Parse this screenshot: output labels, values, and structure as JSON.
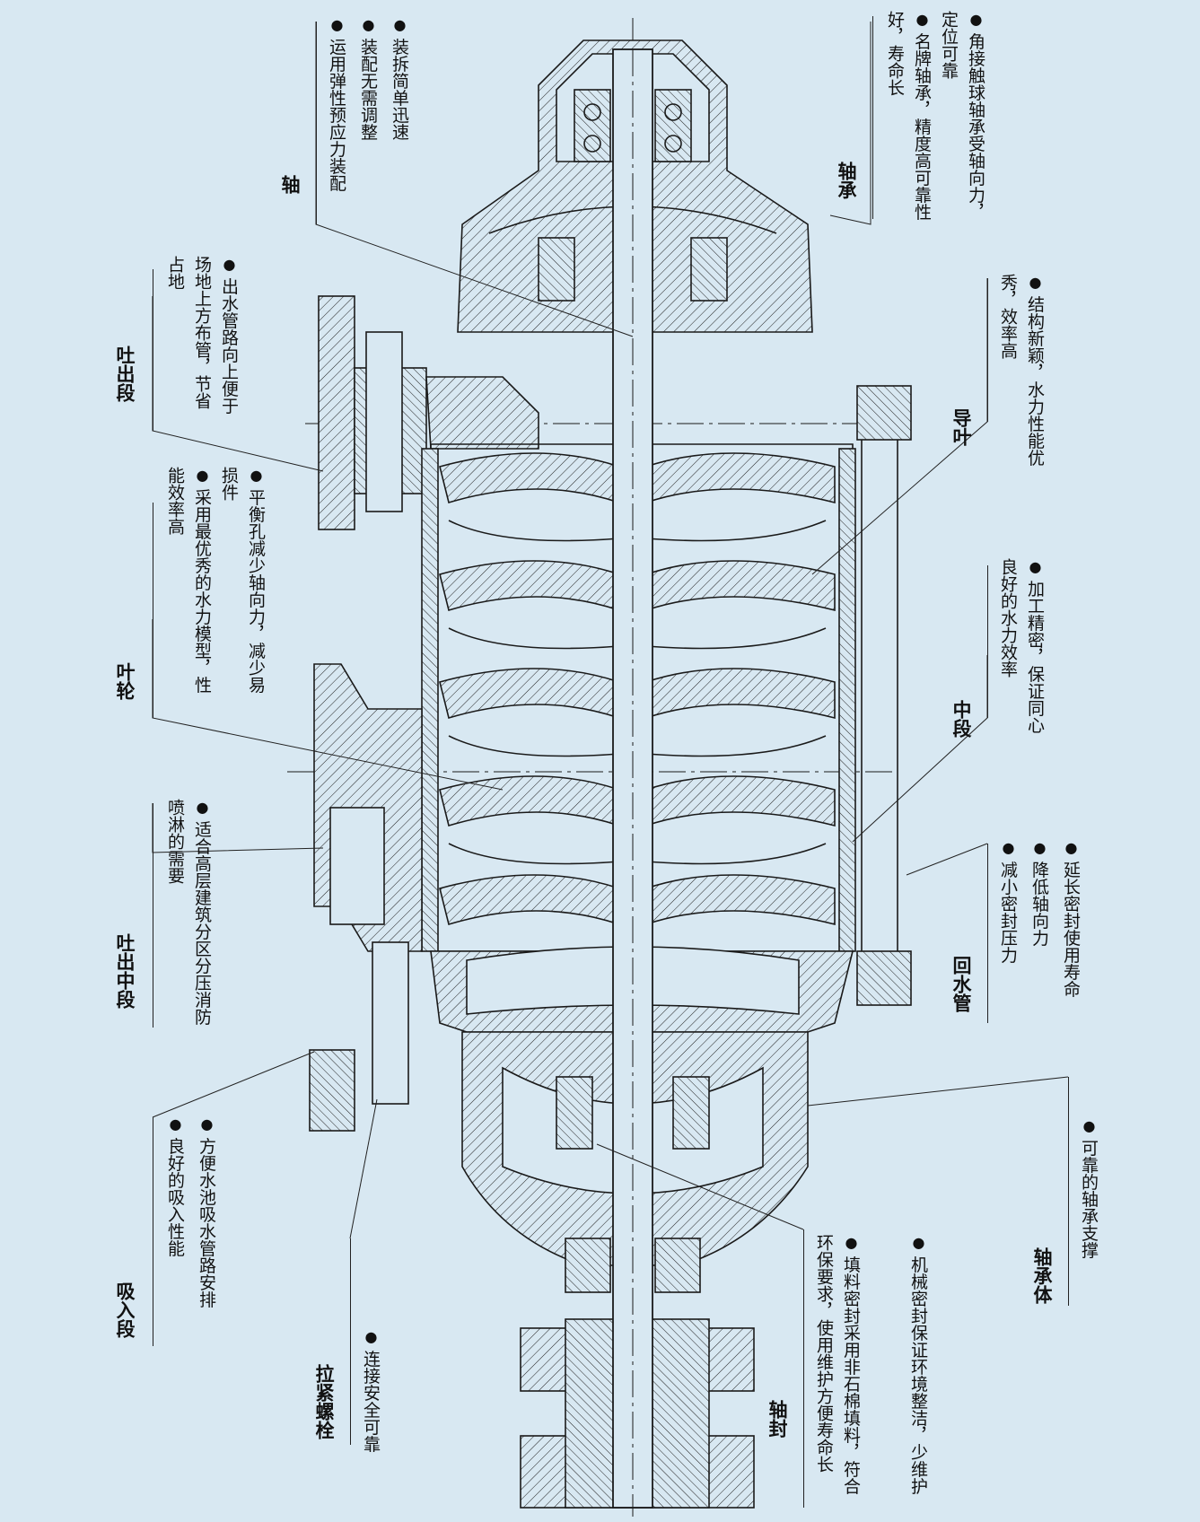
{
  "labels": {
    "shaft": {
      "title": "轴",
      "bullets": [
        "运用弹性预应力装配",
        "装配无需调整",
        "装拆简单迅速"
      ]
    },
    "bearing": {
      "title": "轴承",
      "bullets": [
        "名牌轴承，精度高可靠性好，寿命长",
        "角接触球轴承受轴向力，定位可靠"
      ]
    },
    "discharge_section": {
      "title": "吐出段",
      "bullets": [
        "出水管路向上便于场地上方布管，节省占地"
      ]
    },
    "guide_vane": {
      "title": "导叶",
      "bullets": [
        "结构新颖，水力性能优秀，效率高"
      ]
    },
    "impeller": {
      "title": "叶轮",
      "bullets": [
        "采用最优秀的水力模型，性能效率高",
        "平衡孔减少轴向力，减少易损件"
      ]
    },
    "middle_section": {
      "title": "中段",
      "bullets": [
        "加工精密，保证同心良好的水力效率"
      ]
    },
    "mid_discharge_section": {
      "title": "吐出中段",
      "bullets": [
        "适合高层建筑分区分压消防喷淋的需要"
      ]
    },
    "return_pipe": {
      "title": "回水管",
      "bullets": [
        "减小密封压力",
        "降低轴向力",
        "延长密封使用寿命"
      ]
    },
    "suction_section": {
      "title": "吸入段",
      "bullets": [
        "良好的吸入性能",
        "方便水池吸水管路安排"
      ]
    },
    "bearing_body": {
      "title": "轴承体",
      "bullets": [
        "可靠的轴承支撑"
      ]
    },
    "tie_bolt": {
      "title": "拉紧螺栓",
      "bullets": [
        "连接安全可靠"
      ]
    },
    "shaft_seal": {
      "title": "轴封",
      "bullets": [
        "填料密封采用非石棉填料，符合环保要求，使用维护方便寿命长",
        "机械密封保证环境整洁，少维护"
      ]
    }
  },
  "colors": {
    "background": "#d8e8f2",
    "line": "#1a1a1a",
    "text": "#111111"
  }
}
